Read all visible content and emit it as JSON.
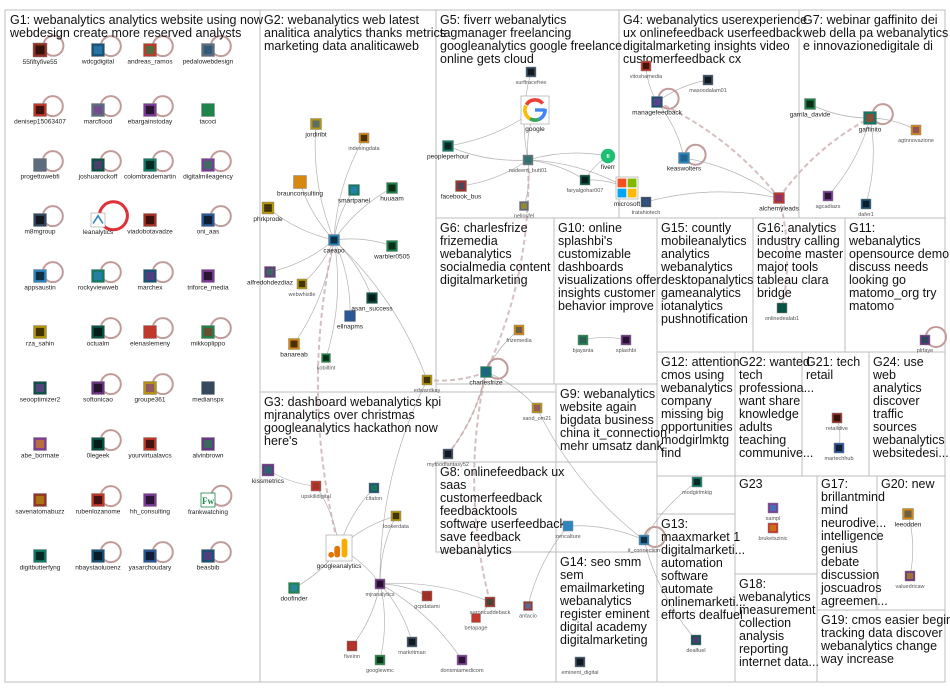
{
  "colors": {
    "box": "#bdbdbd",
    "edge": "#9a9a9a",
    "loop": "#c29a9a",
    "loop_hot": "#e0303a",
    "google_red": "#ea4335",
    "google_blue": "#4285f4",
    "google_yellow": "#fbbc05",
    "google_green": "#34a853"
  },
  "groups": [
    {
      "id": "G1",
      "lines": [
        "G1: webanalytics analytics website using now",
        "webdesign create more reserved analysts"
      ]
    },
    {
      "id": "G2",
      "lines": [
        "G2: webanalytics web latest",
        "analitica analytics thanks metrics",
        "marketing data analiticaweb"
      ]
    },
    {
      "id": "G5",
      "lines": [
        "G5: fiverr webanalytics",
        "tagmanager freelancing",
        "googleanalytics google freelance",
        "online gets cloud"
      ]
    },
    {
      "id": "G4",
      "lines": [
        "G4: webanalytics userexperience",
        "ux onlinefeedback userfeedback",
        "digitalmarketing insights video",
        "customerfeedback cx"
      ]
    },
    {
      "id": "G7",
      "lines": [
        "G7: webinar gaffinito dei",
        "web della pa webanalytics",
        "e innovazionedigitale di"
      ]
    },
    {
      "id": "G6",
      "lines": [
        "G6: charlesfrize",
        "frizemedia",
        "webanalytics",
        "socialmedia content",
        "digitalmarketing"
      ]
    },
    {
      "id": "G10",
      "lines": [
        "G10: online",
        "splashbi's",
        "customizable",
        "dashboards",
        "visualizations offer",
        "insights customer",
        "behavior improve"
      ]
    },
    {
      "id": "G15",
      "lines": [
        "G15: countly",
        "mobileanalytics",
        "analytics",
        "webanalytics",
        "desktopanalytics",
        "gameanalytics",
        "iotanalytics",
        "pushnotification"
      ]
    },
    {
      "id": "G16",
      "lines": [
        "G16: analytics",
        "industry calling",
        "become master",
        "major tools",
        "tableau clara",
        "bridge"
      ]
    },
    {
      "id": "G11",
      "lines": [
        "G11:",
        "webanalytics",
        "opensource demo",
        "discuss needs",
        "looking go",
        "matomo_org try",
        "matomo"
      ]
    },
    {
      "id": "G12",
      "lines": [
        "G12: attention",
        "cmos using",
        "webanalytics",
        "company",
        "missing big",
        "opportunities",
        "modgirlmktg",
        "find"
      ]
    },
    {
      "id": "G22",
      "lines": [
        "G22: wanted",
        "tech",
        "professiona...",
        "want share",
        "knowledge",
        "adults",
        "teaching",
        "communive..."
      ]
    },
    {
      "id": "G21",
      "lines": [
        "G21: tech",
        "retail"
      ]
    },
    {
      "id": "G24",
      "lines": [
        "G24: use",
        "web",
        "analytics",
        "discover",
        "traffic",
        "sources",
        "webanalytics",
        "websitedesi..."
      ]
    },
    {
      "id": "G3",
      "lines": [
        "G3: dashboard webanalytics kpi",
        "mjranalytics over christmas",
        "googleanalytics hackathon now",
        "here's"
      ]
    },
    {
      "id": "G9",
      "lines": [
        "G9: webanalytics",
        "website again",
        "bigdata business",
        "china it_connection",
        "mehr umsatz dank"
      ]
    },
    {
      "id": "G8",
      "lines": [
        "G8: onlinefeedback ux",
        "saas",
        "customerfeedback",
        "feedbacktools",
        "software userfeedback",
        "save feedback",
        "webanalytics"
      ]
    },
    {
      "id": "G23",
      "lines": [
        "G23"
      ]
    },
    {
      "id": "G17",
      "lines": [
        "G17:",
        "brillantmind",
        "mind",
        "neurodive...",
        "intelligence",
        "genius",
        "debate",
        "discussion",
        "joscuadros",
        "agreemen..."
      ]
    },
    {
      "id": "G20",
      "lines": [
        "G20: new"
      ]
    },
    {
      "id": "G13",
      "lines": [
        "G13:",
        "maaxmarket 1",
        "digitalmarketi...",
        "automation",
        "software",
        "automate",
        "onlinemarketi...",
        "efforts dealfuel"
      ]
    },
    {
      "id": "G14",
      "lines": [
        "G14: seo smm",
        "sem",
        "emailmarketing",
        "webanalytics",
        "register eminent",
        "digital academy",
        "digitalmarketing"
      ]
    },
    {
      "id": "G18",
      "lines": [
        "G18:",
        "webanalytics",
        "measurement",
        "collection",
        "analysis",
        "reporting",
        "internet data..."
      ]
    },
    {
      "id": "G19",
      "lines": [
        "G19: cmos easier begin",
        "tracking data discover",
        "webanalytics change",
        "way increase"
      ]
    }
  ],
  "nodes": [
    {
      "id": "n_55fiftyfive55",
      "label": "55fiftyfive55"
    },
    {
      "id": "n_wdcgdigital",
      "label": "wdcgdigital"
    },
    {
      "id": "n_andreas_ramos",
      "label": "andreas_ramos"
    },
    {
      "id": "n_pedalowebdesign",
      "label": "pedalowebdesign"
    },
    {
      "id": "n_denisep",
      "label": "denisep15063407"
    },
    {
      "id": "n_marcflood",
      "label": "marcflood"
    },
    {
      "id": "n_ebargainstoday",
      "label": "ebargainstoday"
    },
    {
      "id": "n_tacoci",
      "label": "tacoci"
    },
    {
      "id": "n_progettoweb",
      "label": "progettowebfi"
    },
    {
      "id": "n_joshuarockoff",
      "label": "joshuarockoff"
    },
    {
      "id": "n_colombrademartin",
      "label": "colombrademartin"
    },
    {
      "id": "n_digitalmileagency",
      "label": "digitalmileagency"
    },
    {
      "id": "n_m8mgroup",
      "label": "m8mgroup"
    },
    {
      "id": "n_leanalytics",
      "label": "leanalytics"
    },
    {
      "id": "n_viadobotavadze",
      "label": "viadobotavadze"
    },
    {
      "id": "n_oni_aas",
      "label": "oni_aas"
    },
    {
      "id": "n_appsaustin",
      "label": "appsaustin"
    },
    {
      "id": "n_rockyviewweb",
      "label": "rockyviewweb"
    },
    {
      "id": "n_marchex",
      "label": "marchex"
    },
    {
      "id": "n_triforce_media",
      "label": "triforce_media"
    },
    {
      "id": "n_rza_sahin",
      "label": "rza_sahin"
    },
    {
      "id": "n_octualm",
      "label": "octualm"
    },
    {
      "id": "n_elenaslemeny",
      "label": "elenaslemeny"
    },
    {
      "id": "n_mikkoplippo",
      "label": "mikkoplippo"
    },
    {
      "id": "n_seooptimizer2",
      "label": "seooptimizer2"
    },
    {
      "id": "n_softonicao",
      "label": "softonicao"
    },
    {
      "id": "n_groupe361",
      "label": "groupe361"
    },
    {
      "id": "n_medianspx",
      "label": "medianspx"
    },
    {
      "id": "n_abe_bormate",
      "label": "abe_bormate"
    },
    {
      "id": "n_0legeek",
      "label": "0legeek"
    },
    {
      "id": "n_yourvirtualavcs",
      "label": "yourvirtualavcs"
    },
    {
      "id": "n_alvinbrown",
      "label": "alvinbrown"
    },
    {
      "id": "n_savenatomabuzz",
      "label": "savenatomabuzz"
    },
    {
      "id": "n_rubenlozanome",
      "label": "rubenlozanome"
    },
    {
      "id": "n_hh_consulting",
      "label": "hh_consulting"
    },
    {
      "id": "n_frankwatching",
      "label": "frankwatching"
    },
    {
      "id": "n_digitbutterfyng",
      "label": "digitbutterfyng"
    },
    {
      "id": "n_nbaystaoluoenz",
      "label": "nbaystaoluoenz"
    },
    {
      "id": "n_yasarchoudary",
      "label": "yasarchoudary"
    },
    {
      "id": "n_beasbib",
      "label": "beasbib"
    },
    {
      "id": "n_jordiribt",
      "label": "jordiribt"
    },
    {
      "id": "n_indexingdata",
      "label": "indexingdata"
    },
    {
      "id": "n_braunconsulting",
      "label": "braunconsulting"
    },
    {
      "id": "n_smartpanel",
      "label": "smartpanel"
    },
    {
      "id": "n_huuaam",
      "label": "huuaam"
    },
    {
      "id": "n_phrkprode",
      "label": "phrkprode"
    },
    {
      "id": "n_caeapo",
      "label": "caeapo"
    },
    {
      "id": "n_warbler0505",
      "label": "warbler0505"
    },
    {
      "id": "n_alfredohdezdiaz",
      "label": "alfredohdezdiaz"
    },
    {
      "id": "n_webwhistle",
      "label": "webwhistle"
    },
    {
      "id": "n_ellnapms",
      "label": "ellnapms"
    },
    {
      "id": "n_asan_success",
      "label": "asan_success"
    },
    {
      "id": "n_banareab",
      "label": "banareab"
    },
    {
      "id": "n_kobiltint",
      "label": "kobiltint"
    },
    {
      "id": "n_surftracefree",
      "label": "surftracefree"
    },
    {
      "id": "n_google",
      "label": "google"
    },
    {
      "id": "n_peopleperhour",
      "label": "peopleperhour"
    },
    {
      "id": "n_nadeem_butt01",
      "label": "nadeem_butt01"
    },
    {
      "id": "n_fiverr",
      "label": "fiverr"
    },
    {
      "id": "n_facebook_bus",
      "label": "facebook_bus"
    },
    {
      "id": "n_faryalgohar007",
      "label": "faryalgohar007"
    },
    {
      "id": "n_microsoft",
      "label": "microsoft"
    },
    {
      "id": "n_nellosfel",
      "label": "nellosfel"
    },
    {
      "id": "n_vitoshamedia",
      "label": "vitoshamedia"
    },
    {
      "id": "n_masoodalam01",
      "label": "masoodalam01"
    },
    {
      "id": "n_managefeedback",
      "label": "managefeedback"
    },
    {
      "id": "n_keaswolters",
      "label": "keaswolters"
    },
    {
      "id": "n_tratahiotech",
      "label": "tratahiotech"
    },
    {
      "id": "n_alchemyleads",
      "label": "alchemyleads"
    },
    {
      "id": "n_garrila_davide",
      "label": "garrila_davide"
    },
    {
      "id": "n_gaffinito",
      "label": "gaffinito"
    },
    {
      "id": "n_agtnnovazione",
      "label": "agtnnovazione"
    },
    {
      "id": "n_agcadiazs",
      "label": "agcadiazs"
    },
    {
      "id": "n_dafer1",
      "label": "dafer1"
    },
    {
      "id": "n_frizemedia",
      "label": "frizemedia"
    },
    {
      "id": "n_charlesfrize",
      "label": "charlesfrize"
    },
    {
      "id": "n_sand_om21",
      "label": "sand_om21"
    },
    {
      "id": "n_myfoodfantasy52",
      "label": "myfoodfantasy52"
    },
    {
      "id": "n_bjayanta",
      "label": "bjayanta"
    },
    {
      "id": "n_splashbi",
      "label": "splashbi"
    },
    {
      "id": "n_onlinedealab1",
      "label": "onlinedealab1"
    },
    {
      "id": "n_plrfaye",
      "label": "plrfaye"
    },
    {
      "id": "n_edwardkay",
      "label": "edwardkay"
    },
    {
      "id": "n_kissmetrics",
      "label": "kissmetrics"
    },
    {
      "id": "n_upskilldigital",
      "label": "upskilldigital"
    },
    {
      "id": "n_cltaton",
      "label": "cltaton"
    },
    {
      "id": "n_lookerdata",
      "label": "lookerdata"
    },
    {
      "id": "n_googleanalytics",
      "label": "googleanalytics"
    },
    {
      "id": "n_doofinder",
      "label": "doofinder"
    },
    {
      "id": "n_mjranalytics",
      "label": "mjranalytics"
    },
    {
      "id": "n_gcpdatami",
      "label": "gcpdatami"
    },
    {
      "id": "n_fiveinn",
      "label": "fiveinn"
    },
    {
      "id": "n_markritman",
      "label": "markritman"
    },
    {
      "id": "n_googlewmc",
      "label": "googlewmc"
    },
    {
      "id": "n_donsmiamedicom",
      "label": "donsmiamedicom"
    },
    {
      "id": "n_aaroncuddeback",
      "label": "aaroncuddeback"
    },
    {
      "id": "n_betapage",
      "label": "betapage"
    },
    {
      "id": "n_antacio",
      "label": "antacio"
    },
    {
      "id": "n_zencalture",
      "label": "zencalture"
    },
    {
      "id": "n_it_connection",
      "label": "it_connection"
    },
    {
      "id": "n_modgirlmktg",
      "label": "modgirlmktg"
    },
    {
      "id": "n_retaildive",
      "label": "retaildive"
    },
    {
      "id": "n_martechhub",
      "label": "martechhub"
    },
    {
      "id": "n_sampl",
      "label": "sampl"
    },
    {
      "id": "n_bruketszinic",
      "label": "bruketszinic"
    },
    {
      "id": "n_leeodden",
      "label": "leeodden"
    },
    {
      "id": "n_valuedricaw",
      "label": "valuedricaw"
    },
    {
      "id": "n_eminent_digital",
      "label": "eminent_digital"
    },
    {
      "id": "n_dealfuel",
      "label": "dealfuel"
    }
  ]
}
